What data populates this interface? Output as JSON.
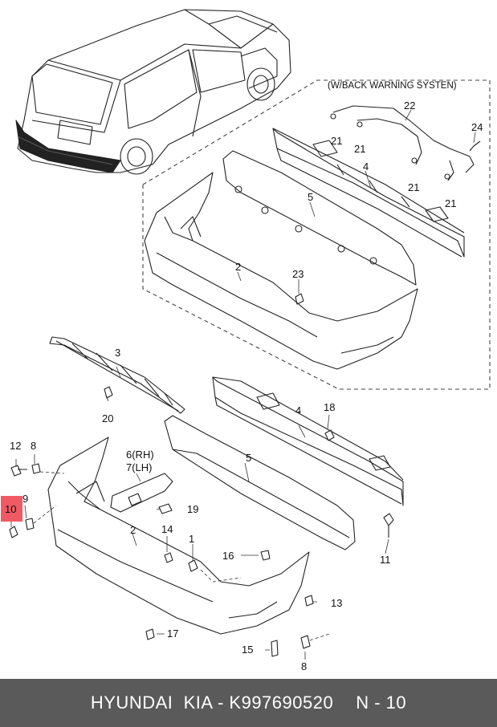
{
  "note": "(W/BACK WARNING SYSTEN)",
  "labels": {
    "n1": "1",
    "n2a": "2",
    "n2b": "2",
    "n3": "3",
    "n4a": "4",
    "n4b": "4",
    "n5a": "5",
    "n5b": "5",
    "n6": "6(RH)",
    "n7": "7(LH)",
    "n8a": "8",
    "n8b": "8",
    "n9": "9",
    "n10": "10",
    "n11": "11",
    "n12": "12",
    "n13": "13",
    "n14": "14",
    "n15": "15",
    "n16": "16",
    "n17": "17",
    "n18": "18",
    "n19": "19",
    "n20": "20",
    "n21a": "21",
    "n21b": "21",
    "n21c": "21",
    "n21d": "21",
    "n22": "22",
    "n23": "23",
    "n24": "24"
  },
  "highlight": {
    "part": "10",
    "color": "#f05a64"
  },
  "footer": {
    "brand": "HYUNDAI  KIA - K997690520",
    "page": "N - 10"
  }
}
